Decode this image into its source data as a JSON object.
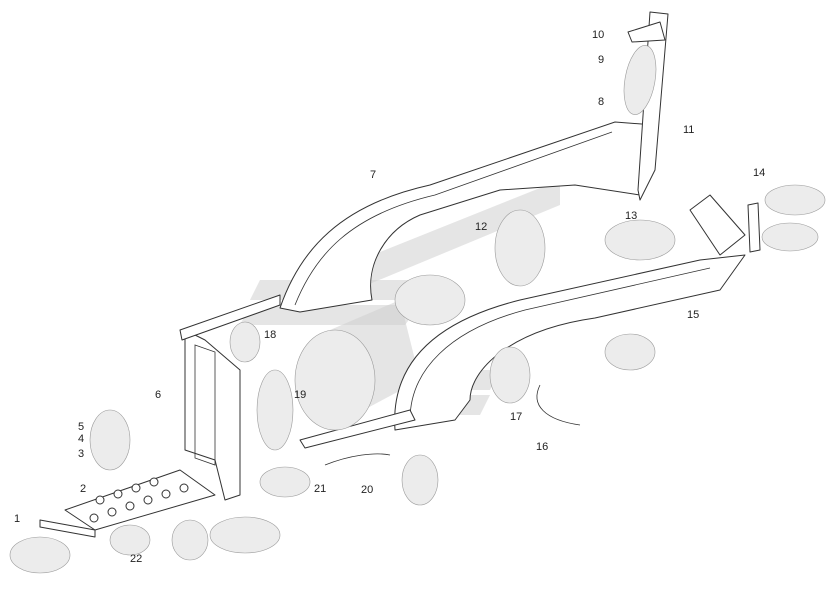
{
  "diagram": {
    "callouts": [
      "1",
      "2",
      "3",
      "4",
      "5",
      "6",
      "7",
      "8",
      "9",
      "10",
      "11",
      "12",
      "13",
      "14",
      "15",
      "16",
      "17",
      "18",
      "19",
      "20",
      "21",
      "22"
    ],
    "colors": {
      "line": "#333333",
      "fastener_oval": "#ececec",
      "watermark": "#cfcfcf"
    }
  }
}
